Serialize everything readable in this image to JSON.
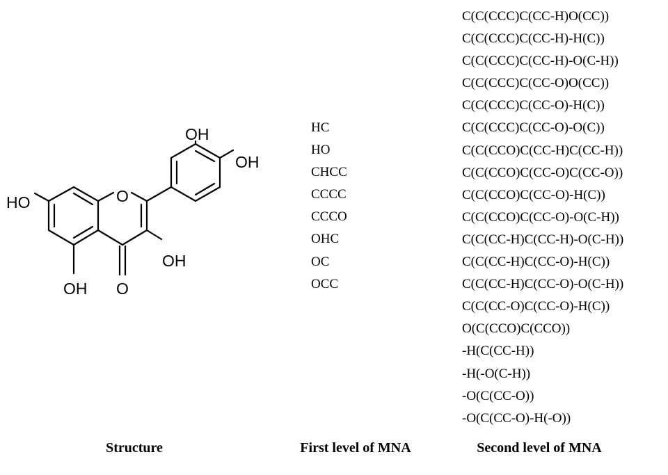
{
  "molecule": {
    "atom_labels": {
      "oh_top": "OH",
      "oh_right": "OH",
      "ho_left": "HO",
      "ring_oxygen": "O",
      "oh_c3": "OH",
      "oh_bottom": "OH",
      "carbonyl_oxygen": "O"
    }
  },
  "first_level": {
    "items": [
      "HC",
      "HO",
      "CHCC",
      "CCCC",
      "CCCO",
      "OHC",
      "OC",
      "OCC"
    ]
  },
  "second_level": {
    "items": [
      "C(C(CCC)C(CC-H)O(CC))",
      "C(C(CCC)C(CC-H)-H(C))",
      "C(C(CCC)C(CC-H)-O(C-H))",
      "C(C(CCC)C(CC-O)O(CC))",
      "C(C(CCC)C(CC-O)-H(C))",
      "C(C(CCC)C(CC-O)-O(C))",
      "C(C(CCO)C(CC-H)C(CC-H))",
      "C(C(CCO)C(CC-O)C(CC-O))",
      "C(C(CCO)C(CC-O)-H(C))",
      "C(C(CCO)C(CC-O)-O(C-H))",
      "C(C(CC-H)C(CC-H)-O(C-H))",
      "C(C(CC-H)C(CC-O)-H(C))",
      "C(C(CC-H)C(CC-O)-O(C-H))",
      "C(C(CC-O)C(CC-O)-H(C))",
      "O(C(CCO)C(CCO))",
      "-H(C(CC-H))",
      "-H(-O(C-H))",
      "-O(C(CC-O))",
      "-O(C(CC-O)-H(-O))"
    ]
  },
  "captions": {
    "structure": "Structure",
    "first_level": "First level of MNA",
    "second_level": "Second level of MNA"
  }
}
